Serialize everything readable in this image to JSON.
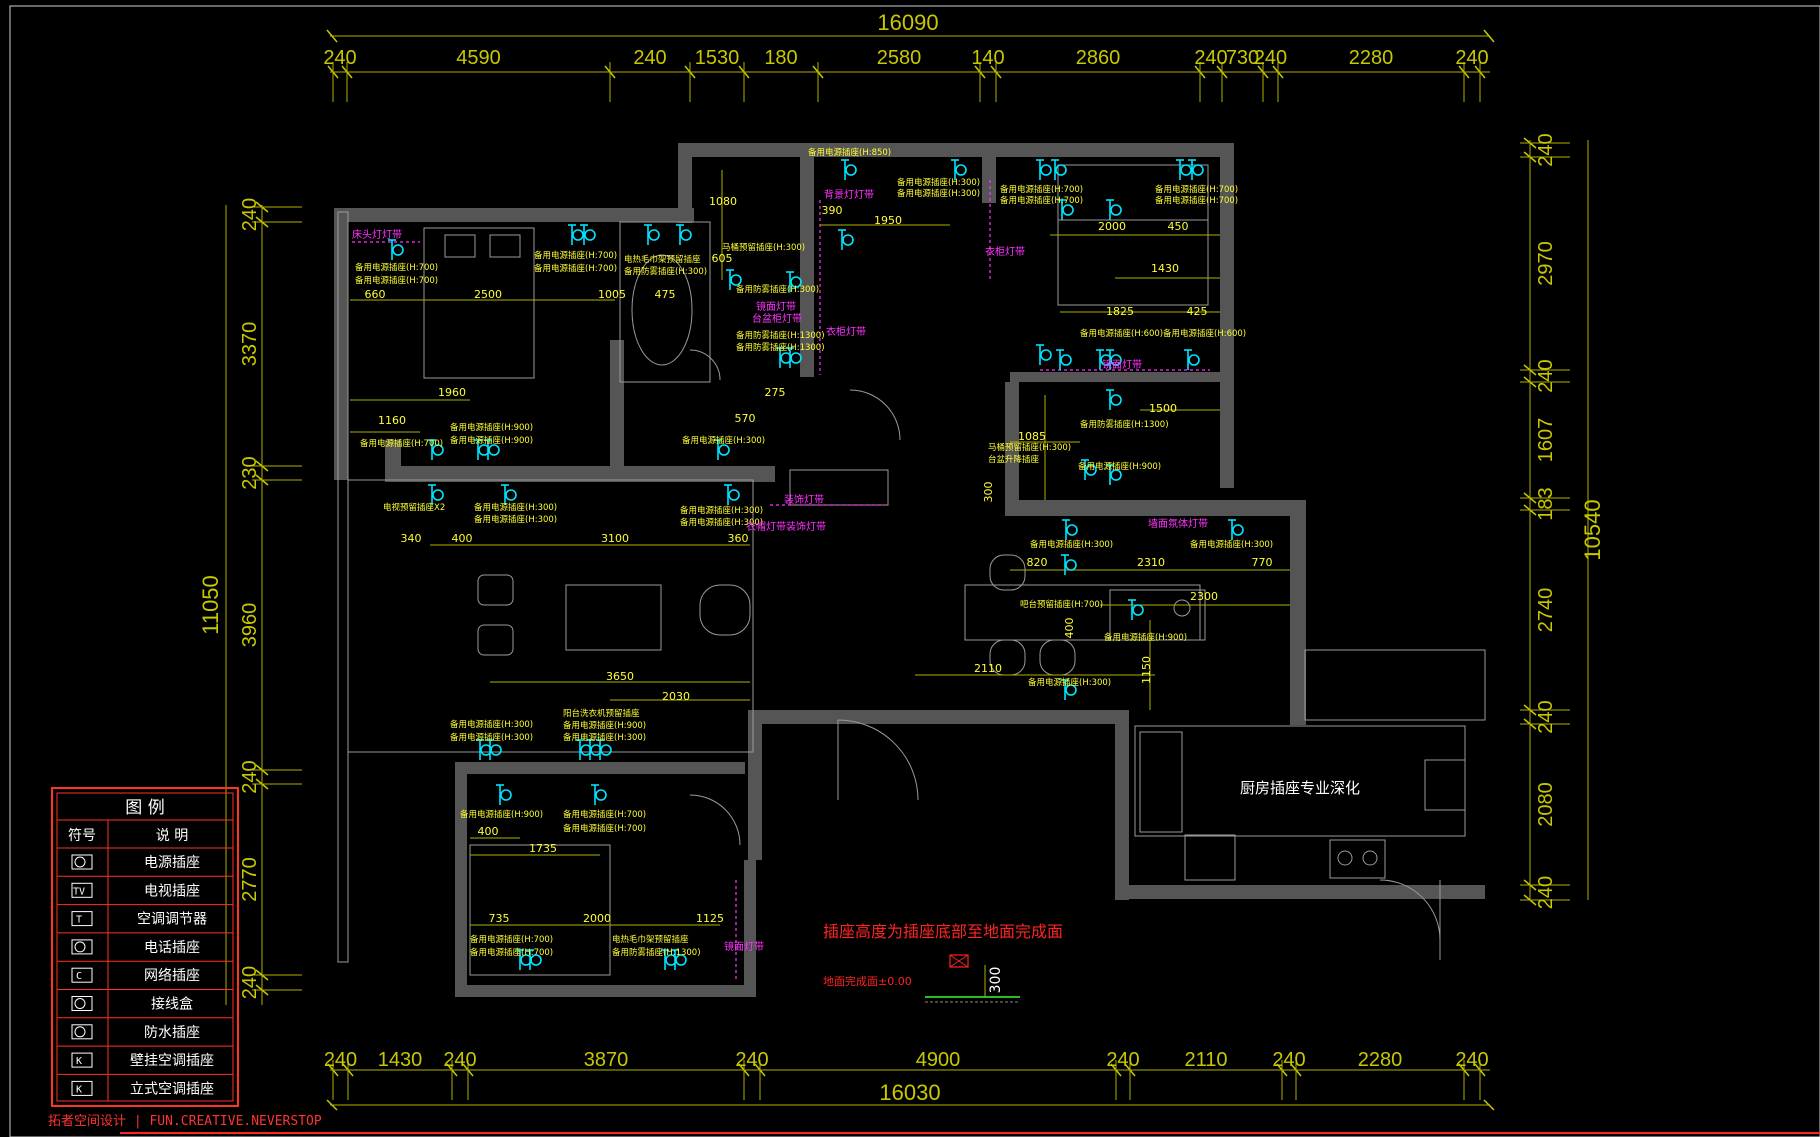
{
  "dims_top": {
    "total": "16090",
    "segments": [
      "240",
      "4590",
      "240",
      "1530",
      "180",
      "2580",
      "140",
      "2860",
      "240",
      "730",
      "240",
      "2280",
      "240"
    ]
  },
  "dims_bottom": {
    "total": "16030",
    "segments": [
      "240",
      "1430",
      "240",
      "3870",
      "240",
      "4900",
      "240",
      "2110",
      "240",
      "2280",
      "240"
    ]
  },
  "dims_left": {
    "total": "11050",
    "segments": [
      "240",
      "3370",
      "230",
      "3960",
      "240",
      "2770",
      "240"
    ]
  },
  "dims_right": {
    "total": "10540",
    "segments": [
      "240",
      "2970",
      "240",
      "1607",
      "183",
      "2740",
      "240",
      "2080",
      "240"
    ]
  },
  "legend": {
    "title": "图 例",
    "head_symbol": "符号",
    "head_desc": "说   明",
    "rows": [
      {
        "icon": "power-socket-icon",
        "symbol": "",
        "label": "电源插座"
      },
      {
        "icon": "tv-socket-icon",
        "symbol": "TV",
        "label": "电视插座"
      },
      {
        "icon": "ac-regulator-icon",
        "symbol": "T",
        "label": "空调调节器"
      },
      {
        "icon": "phone-socket-icon",
        "symbol": "",
        "label": "电话插座"
      },
      {
        "icon": "network-socket-icon",
        "symbol": "C",
        "label": "网络插座"
      },
      {
        "icon": "junction-box-icon",
        "symbol": "",
        "label": "接线盒"
      },
      {
        "icon": "waterproof-socket-icon",
        "symbol": "",
        "label": "防水插座"
      },
      {
        "icon": "wall-ac-socket-icon",
        "symbol": "K",
        "label": "壁挂空调插座"
      },
      {
        "icon": "floor-ac-socket-icon",
        "symbol": "K",
        "label": "立式空调插座"
      }
    ]
  },
  "notes": {
    "kitchen": "厨房插座专业深化",
    "height_note": "插座高度为插座底部至地面完成面",
    "floor_label": "地面完成面±0.00",
    "height_value": "300",
    "footer": "拓者空间设计 | FUN.CREATIVE.NEVERSTOP"
  },
  "annotations": {
    "magenta": [
      "床头灯灯带",
      "背景灯灯带",
      "衣柜灯带",
      "镜面灯带",
      "台盆柜灯带",
      "衣帽灯带",
      "装饰灯带",
      "装饰灯带",
      "镜面灯带",
      "墙面氛体灯带",
      "衣柜灯带",
      "镜面灯带"
    ],
    "socket_labels": [
      "备用电源插座(H:850)",
      "备用电源插座(H:300)",
      "备用电源插座(H:300)",
      "备用电源插座(H:700)",
      "备用电源插座(H:700)",
      "备用电源插座(H:700)",
      "备用电源插座(H:700)",
      "备用电源插座(H:700)",
      "备用电源插座(H:700)",
      "备用电源插座(H:700)",
      "备用电源插座(H:700)",
      "电热毛巾架预留插座",
      "备用防雾插座(H:300)",
      "马桶预留插座(H:300)",
      "备用防雾插座(H:300)",
      "备用防雾插座(H:1300)",
      "备用防雾插座(H:1300)",
      "备用电源插座(H:900)",
      "备用电源插座(H:900)",
      "备用电源插座(H:700)",
      "备用电源插座(H:300)",
      "电视预留插座X2",
      "备用电源插座(H:300)",
      "备用电源插座(H:300)",
      "备用电源插座(H:300)",
      "备用电源插座(H:300)",
      "备用电源插座(H:300)",
      "备用电源插座(H:300)",
      "吧台预留插座(H:700)",
      "备用电源插座(H:300)",
      "备用电源插座(H:300)",
      "备用电源插座(H:300)",
      "阳台洗衣机预留插座",
      "备用电源插座(H:900)",
      "备用电源插座(H:300)",
      "备用电源插座(H:900)",
      "备用电源插座(H:700)",
      "备用电源插座(H:700)",
      "备用电源插座(H:700)",
      "备用电源插座(H:700)",
      "电热毛巾架预留插座",
      "备用防雾插座(H:1300)",
      "备用防雾插座(H:1300)",
      "马桶预留插座(H:300)",
      "台盆升降插座",
      "备用电源插座(H:900)",
      "备用电源插座(H:900)",
      "备用电源插座(H:600)",
      "备用电源插座(H:600)"
    ],
    "room_dims": [
      "660",
      "2500",
      "1005",
      "475",
      "1960",
      "1160",
      "570",
      "275",
      "390",
      "1950",
      "1080",
      "605",
      "2000",
      "450",
      "1430",
      "1825",
      "425",
      "1500",
      "1085",
      "300",
      "340",
      "400",
      "3100",
      "360",
      "820",
      "2310",
      "770",
      "2300",
      "400",
      "3650",
      "2030",
      "2110",
      "1150",
      "400",
      "1735",
      "735",
      "2000",
      "1125"
    ]
  },
  "colors": {
    "background": "#000000",
    "dimension": "#c8c800",
    "wall": "#555555",
    "socket": "#00e5ff",
    "label": "#ffff33",
    "led_strip": "#ff33ff",
    "legend_border": "#ff3322"
  }
}
